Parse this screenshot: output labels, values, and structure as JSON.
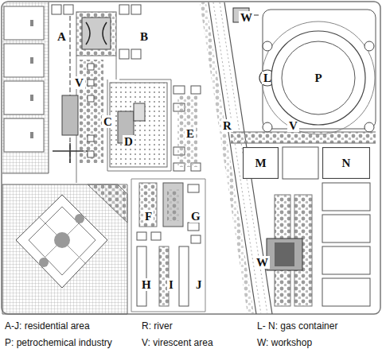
{
  "diagram": {
    "nodes": [
      {
        "text": [
          "L"
        ]
      },
      {
        "text": [
          "P"
        ]
      },
      {
        "text": [
          "M"
        ]
      },
      {
        "text": [
          "N"
        ]
      }
    ],
    "labels": [
      "A",
      "B",
      "W",
      "V",
      "C",
      "D",
      "E",
      "R",
      "V",
      "F",
      "G",
      "H",
      "I",
      "J",
      "W",
      "A-J: residential area",
      "R: river",
      "L- N: gas container",
      "P: petrochemical industry",
      "V: virescent area",
      "W: workshop"
    ]
  }
}
